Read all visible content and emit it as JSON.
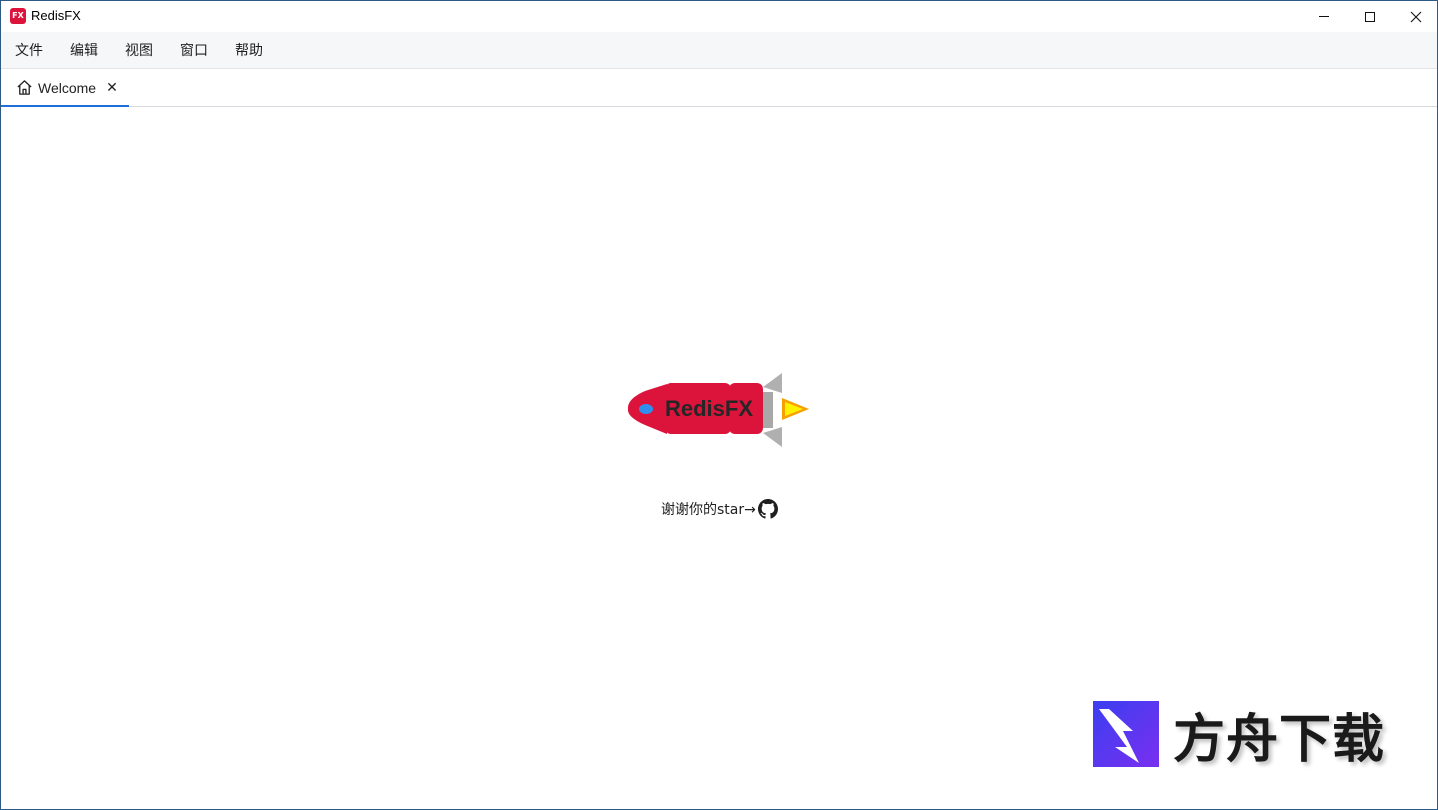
{
  "window": {
    "app_icon_text": "FX",
    "title": "RedisFX",
    "accent_color": "#dc143c"
  },
  "menu": {
    "items": [
      "文件",
      "编辑",
      "视图",
      "窗口",
      "帮助"
    ]
  },
  "tabs": [
    {
      "label": "Welcome",
      "icon": "home-icon",
      "close": "✕",
      "active": true
    }
  ],
  "welcome": {
    "logo_text": "RedisFX",
    "star_text": "谢谢你的star→",
    "github_icon": "github-icon"
  },
  "watermark": {
    "text": "方舟下载"
  }
}
